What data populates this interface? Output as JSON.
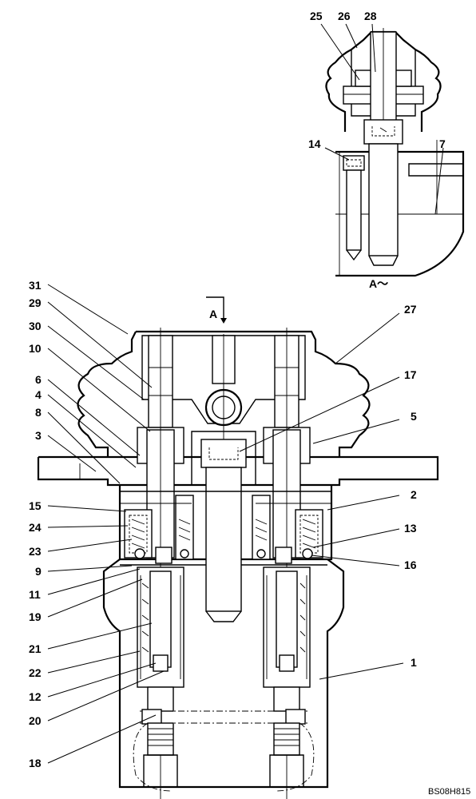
{
  "view_label": "A",
  "detail_label": "A～",
  "drawing_code": "BS08H815",
  "callouts": {
    "c1": "1",
    "c2": "2",
    "c3": "3",
    "c4": "4",
    "c5": "5",
    "c6": "6",
    "c7": "7",
    "c8": "8",
    "c9": "9",
    "c10": "10",
    "c11": "11",
    "c12": "12",
    "c13": "13",
    "c14": "14",
    "c15": "15",
    "c16": "16",
    "c17": "17",
    "c18": "18",
    "c19": "19",
    "c20": "20",
    "c21": "21",
    "c22": "22",
    "c23": "23",
    "c24": "24",
    "c25": "25",
    "c26": "26",
    "c27": "27",
    "c28": "28",
    "c29": "29",
    "c30": "30",
    "c31": "31"
  }
}
